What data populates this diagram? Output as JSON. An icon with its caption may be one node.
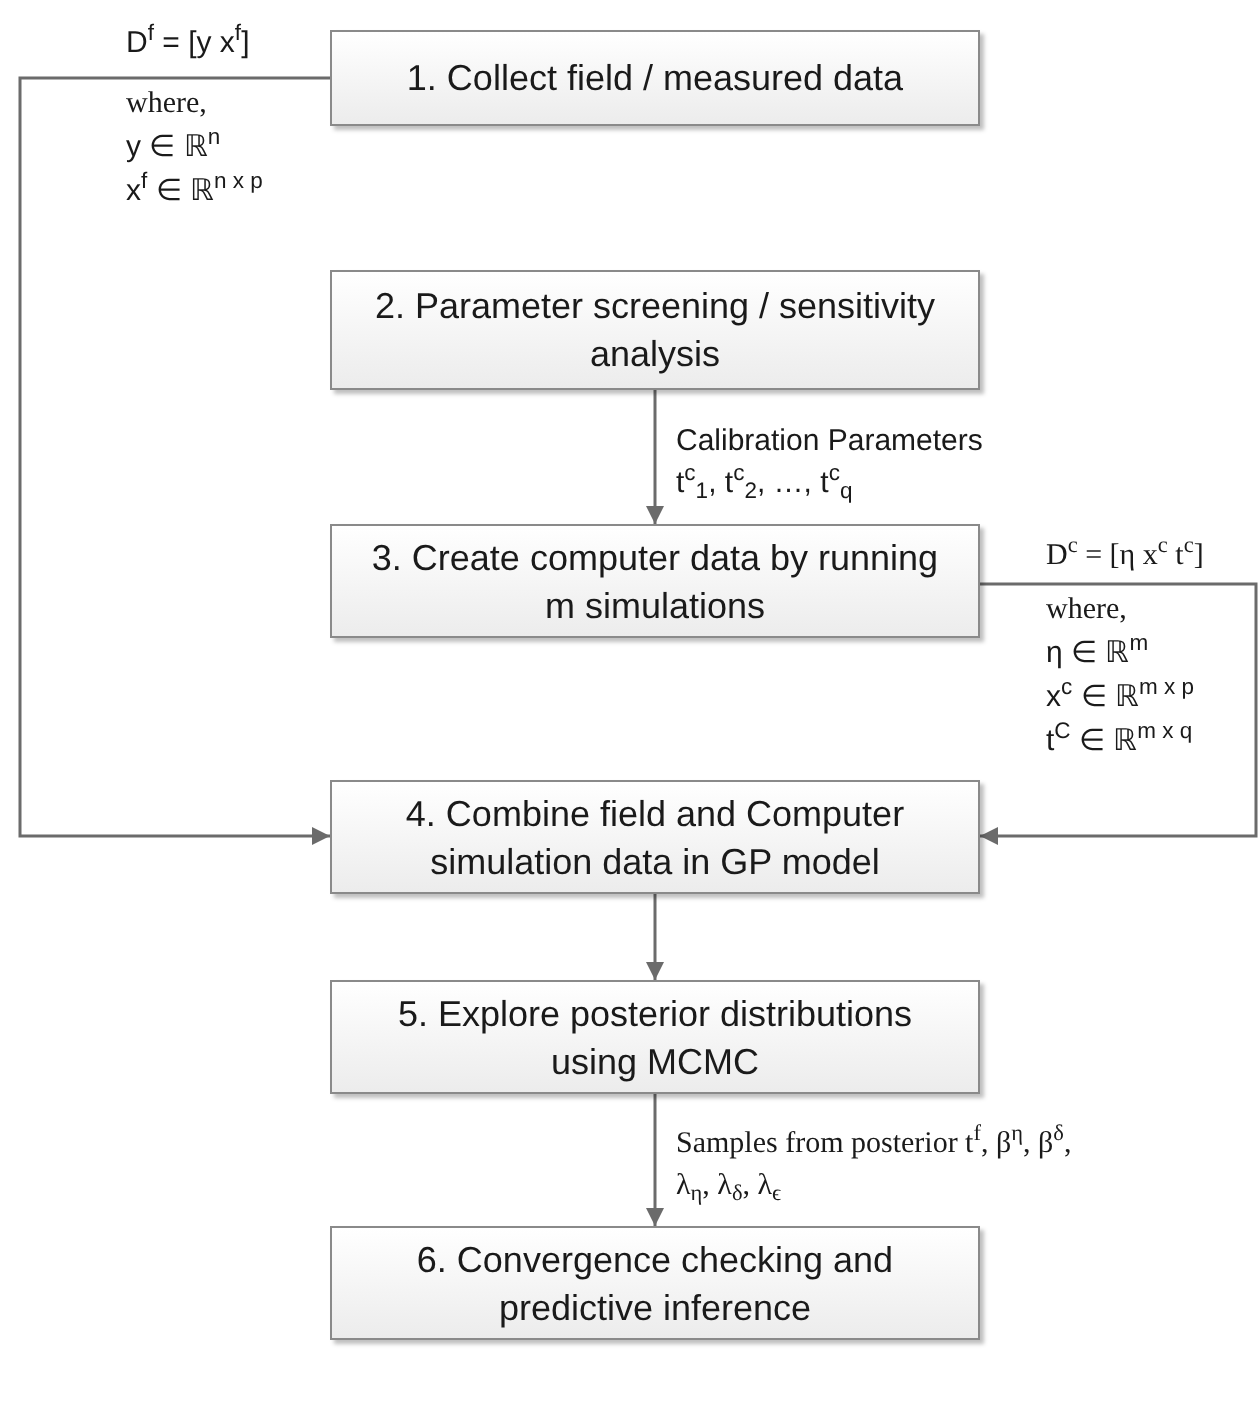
{
  "diagram": {
    "nodes": [
      {
        "text": [
          "1. Collect field / measured data"
        ]
      },
      {
        "text": [
          "2. Parameter screening / sensitivity analysis"
        ]
      },
      {
        "text": [
          "3. Create computer data by running m simulations"
        ]
      },
      {
        "text": [
          "4. Combine field and Computer simulation data in GP model"
        ]
      },
      {
        "text": [
          "5. Explore posterior distributions using MCMC"
        ]
      },
      {
        "text": [
          "6. Convergence checking and predictive inference"
        ]
      }
    ],
    "edges": [
      {
        "from": 0,
        "to": 3,
        "arrow": "to",
        "label": "D$^{f}$ = [y x$^{f}$]"
      },
      {
        "from": 1,
        "to": 2,
        "arrow": "to",
        "label": "Calibration Parameters t$^{c}$$_{1}$, t$^{c}$$_{2}$, …, t$^{c}$$_{q}$"
      },
      {
        "from": 2,
        "to": 3,
        "arrow": "to",
        "label": "D$^{c}$ = [η x$^{c}$ t$^{c}$]"
      },
      {
        "from": 3,
        "to": 4,
        "arrow": "to"
      },
      {
        "from": 4,
        "to": 5,
        "arrow": "to",
        "label": "Samples from posterior t$^{f}$, β$^{η}$, β$^{δ}$, λ$_{η}$, λ$_{δ}$, λ$_{ϵ}$"
      }
    ],
    "labels": [
      "where,",
      "y ∈ ℝ$^{n}$",
      "x$^{f}$ ∈ ℝ$^{n x p}$",
      "where,",
      "η ∈ ℝ$^{m}$",
      "x$^{c}$ ∈ ℝ$^{m x p}$",
      "t$^{C}$ ∈ ℝ$^{m x q}$"
    ]
  }
}
